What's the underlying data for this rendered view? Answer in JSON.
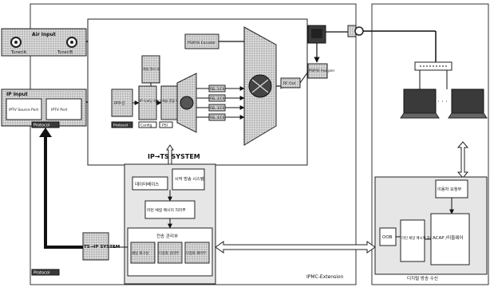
{
  "left_region": {
    "air_input_label": "Air Input",
    "air_sub_left": "Tuner/A",
    "air_sub_right": "Tuner/B",
    "ip_input_label": "IP Input",
    "ip_sub_left": "IPTV Source Port",
    "ip_sub_right": "IPTV Port",
    "ip_footer_tag": "Protocol",
    "bottom_tag": "Protocol"
  },
  "ip_ts_system": {
    "title": "IP→TS SYSTEM",
    "ip_rx_label": "IP수신",
    "block_dec_label": "IP 디코딩 처리부",
    "block_mux_label": "채널 혼합 부",
    "block_ctrl_label": "채널 관리 부",
    "block_tag_a": "Protocol",
    "block_tag_b": "Config",
    "block_tag_c": "PSI",
    "upper_box_label": "PSIP/SI Encoder",
    "channel_labels": [
      "REL 1(Ch)",
      "REL 2(Ch)",
      "REL 3(Ch)",
      "REL 4(Ch)"
    ],
    "output_label": "RF Out",
    "rf_outlet_label": "PSIP/SI Analyzer"
  },
  "ts_ip_system": {
    "label": "TS→IP SYSTEM"
  },
  "lower_center": {
    "db_label": "데이터베이스",
    "live_sys_label": "시작 방송 시스템",
    "channel_msg_label": "리턴 채널 메시지 처리부",
    "tx_mgmt_label": "전송 관리부",
    "sub_a_label": "채널 재구성",
    "sub_b_label": "다중화 관리부",
    "sub_c_label": "다중화 제어부",
    "footer_label": "IPMC-Extension"
  },
  "right_region": {
    "user_req_label": "이용자 요청부",
    "oob_label": "OOB",
    "return_msg_label": "리턴 채널 메시지 처리부",
    "acap_label": "ACAP /미들웨어",
    "footer_label": "디지털 방송 수신"
  }
}
